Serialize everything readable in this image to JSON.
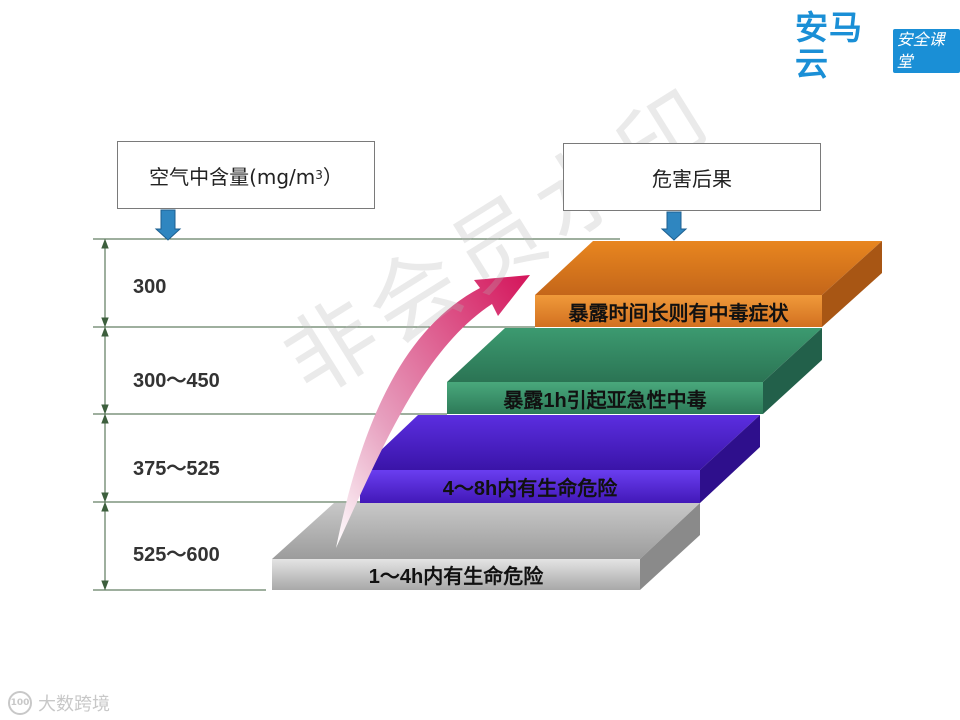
{
  "brand": {
    "main": "安马云",
    "sub": "安全课堂"
  },
  "headers": {
    "left_prefix": "空气中含量(mg/m",
    "left_sup": "3",
    "left_suffix": "）",
    "right": "危害后果"
  },
  "rows": [
    {
      "value": "300",
      "consequence": "暴露时间长则有中毒症状",
      "color": "#d5761c"
    },
    {
      "value": "300～450",
      "consequence": "暴露1h引起亚急性中毒",
      "color": "#338a64"
    },
    {
      "value": "375～525",
      "consequence": "4～8h内有生命危险",
      "color": "#4a1fc9"
    },
    {
      "value": "525～600",
      "consequence": "1～4h内有生命危险",
      "color": "#b5b5b5"
    }
  ],
  "colors": {
    "arrow": "#d4145a",
    "header_arrow": "#2f86c0",
    "dimension_line": "#3d5f3d"
  },
  "watermark": "非会员水印",
  "footer": {
    "logo_text": "大数跨境",
    "mark": "100"
  }
}
